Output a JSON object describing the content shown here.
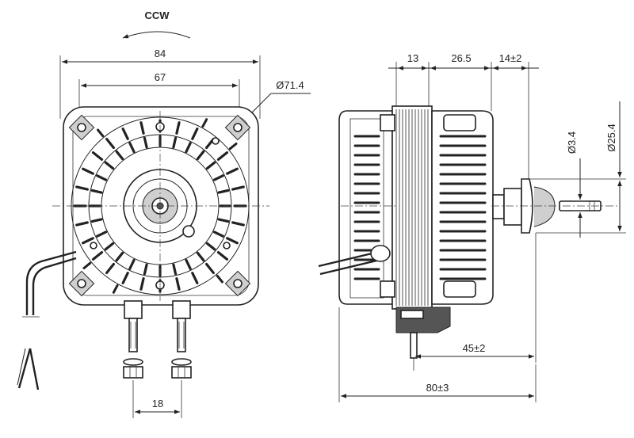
{
  "rotation": {
    "label": "CCW"
  },
  "front_view": {
    "dims": {
      "width_outer": "84",
      "width_mount": "67",
      "diameter": "Ø71.4",
      "terminal_spacing": "18"
    }
  },
  "side_view": {
    "dims": {
      "section_a": "13",
      "section_b": "26.5",
      "section_c": "14±2",
      "shaft_dia": "Ø3.4",
      "hub_dia": "Ø25.4",
      "shaft_offset": "45±2",
      "overall_length": "80±3"
    }
  }
}
